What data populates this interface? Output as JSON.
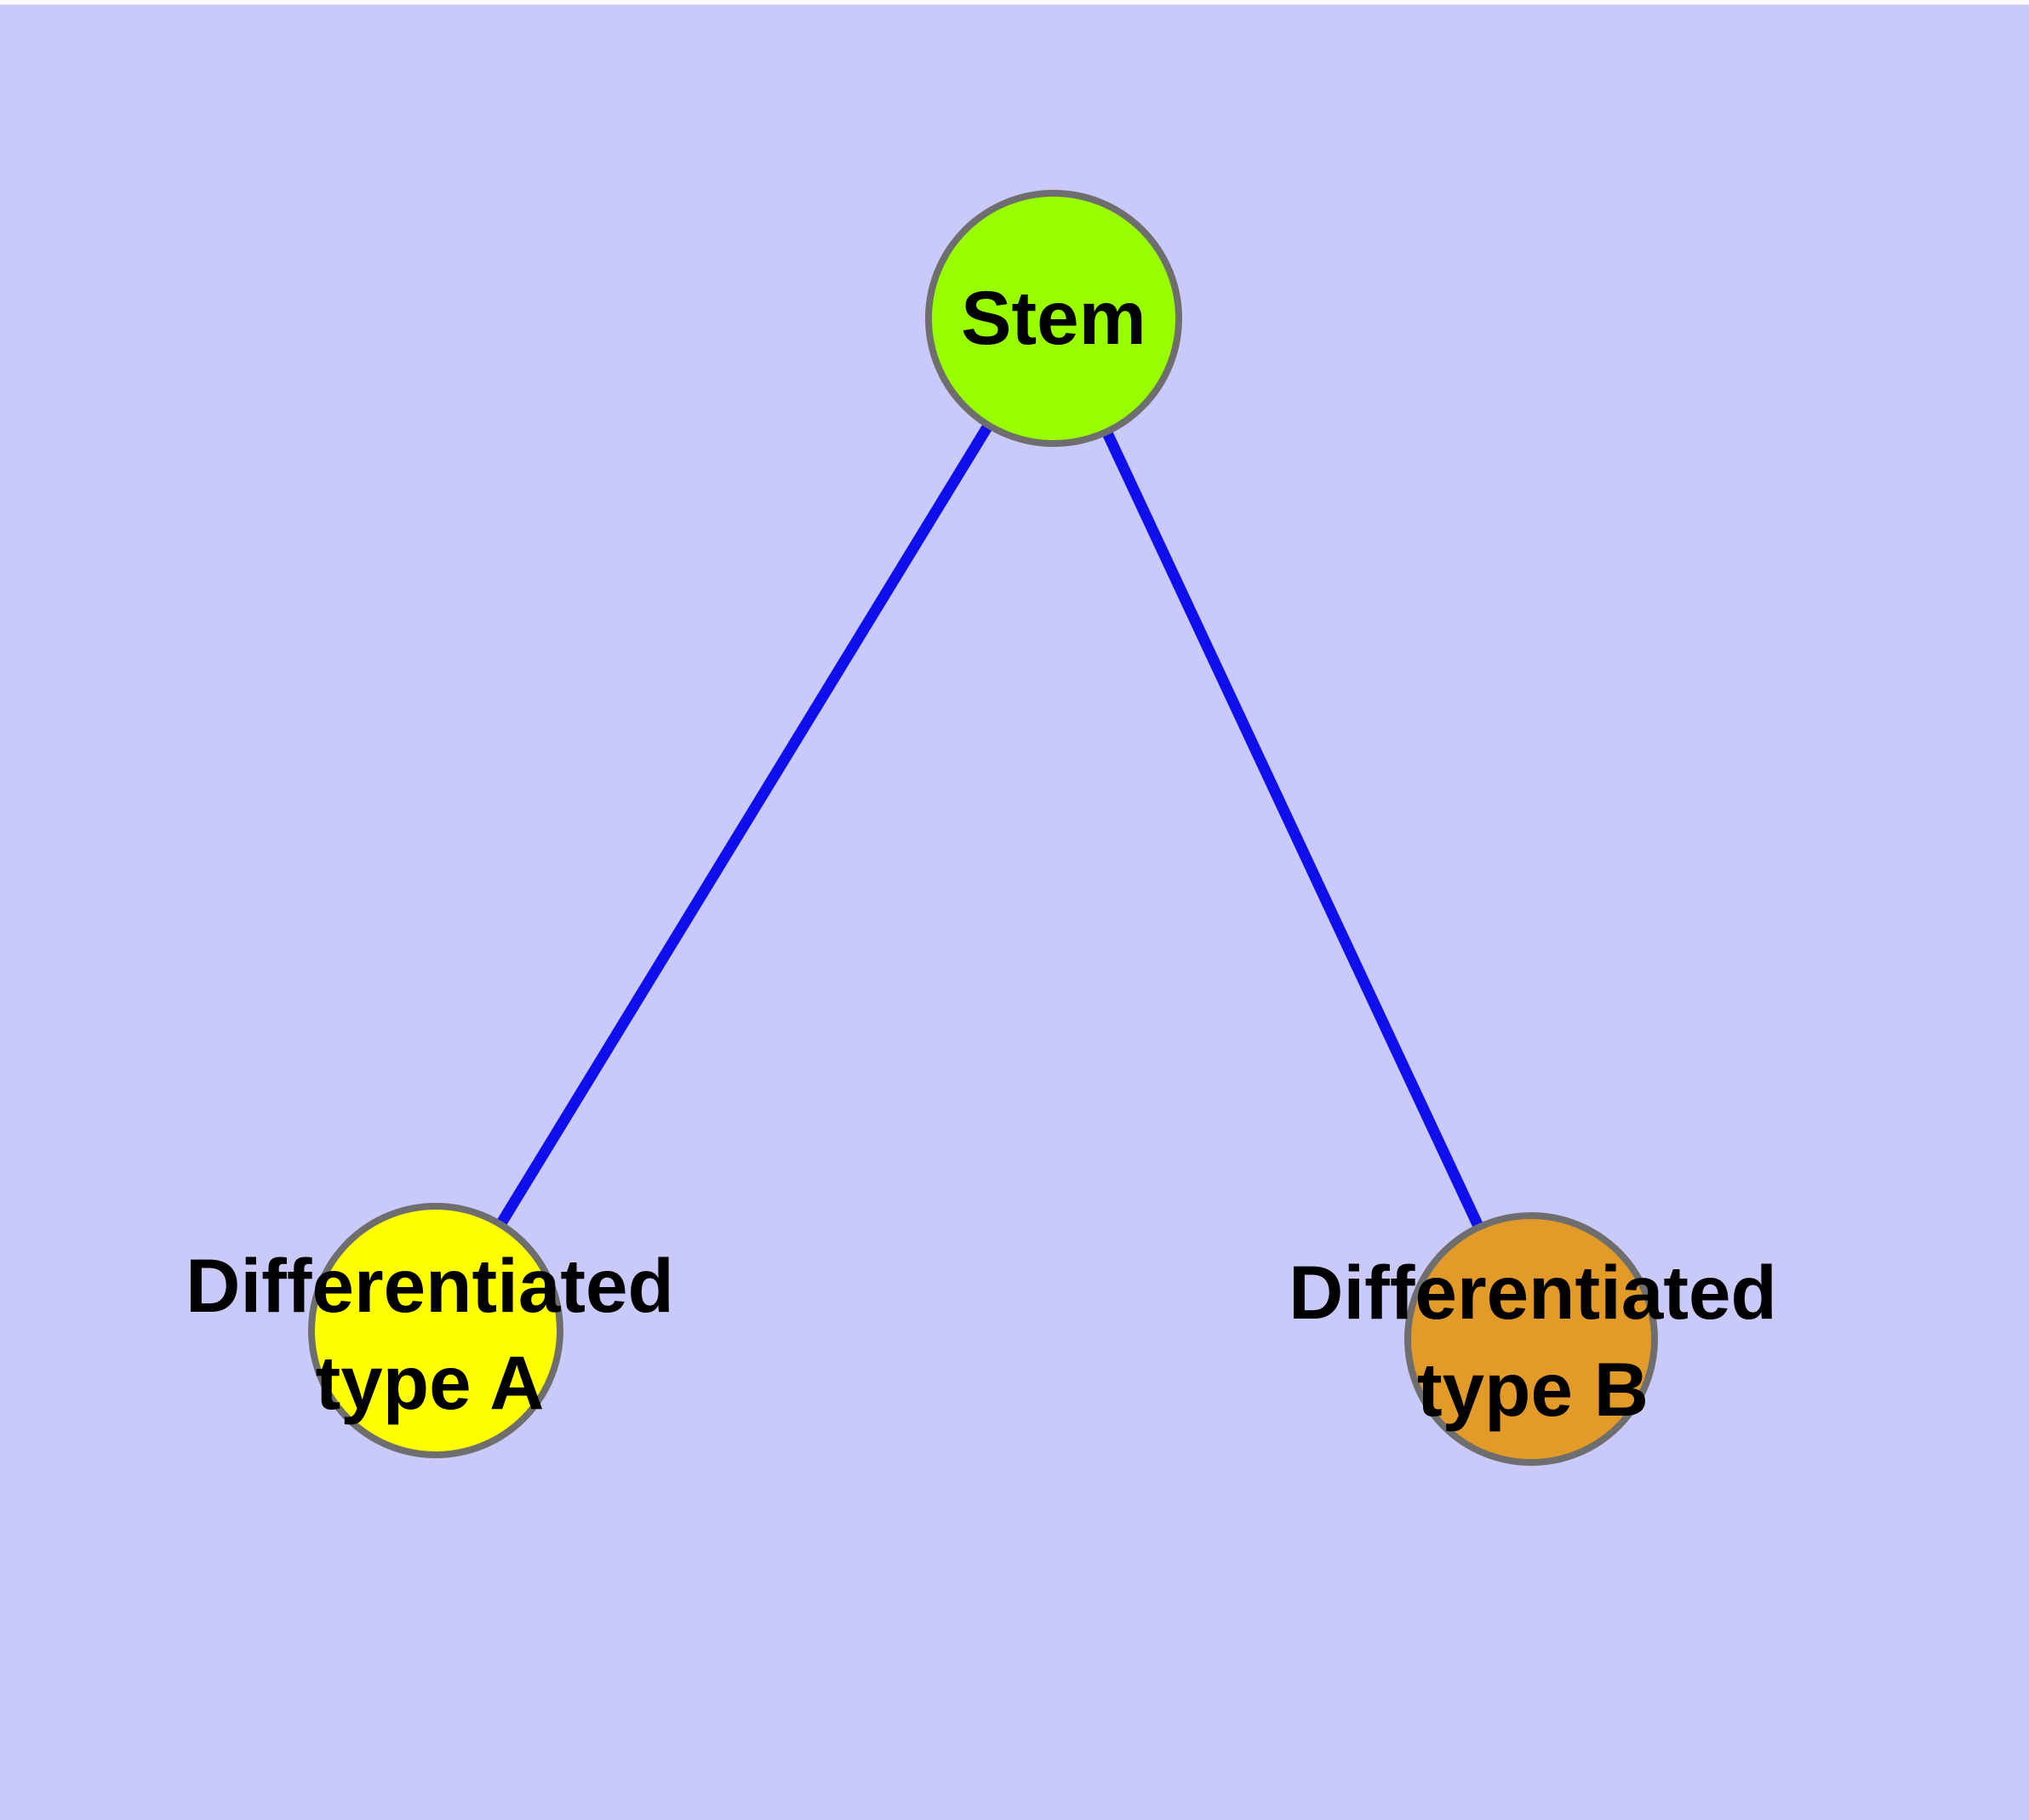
{
  "diagram": {
    "type": "node-link-graph",
    "background_color": "#c9c9fa",
    "edge_color": "#0f0fee",
    "node_border_color": "#6e6e6e",
    "label_color": "#000000",
    "nodes": [
      {
        "id": "stem",
        "label": "Stem",
        "fill": "#99ff00"
      },
      {
        "id": "differentiated-type-a",
        "label": "Differentiated\ntype A",
        "fill": "#ffff00"
      },
      {
        "id": "differentiated-type-b",
        "label": "Differentiated\ntype B",
        "fill": "#e29a28"
      }
    ],
    "edges": [
      {
        "from": "stem",
        "to": "differentiated-type-a"
      },
      {
        "from": "stem",
        "to": "differentiated-type-b"
      }
    ]
  }
}
